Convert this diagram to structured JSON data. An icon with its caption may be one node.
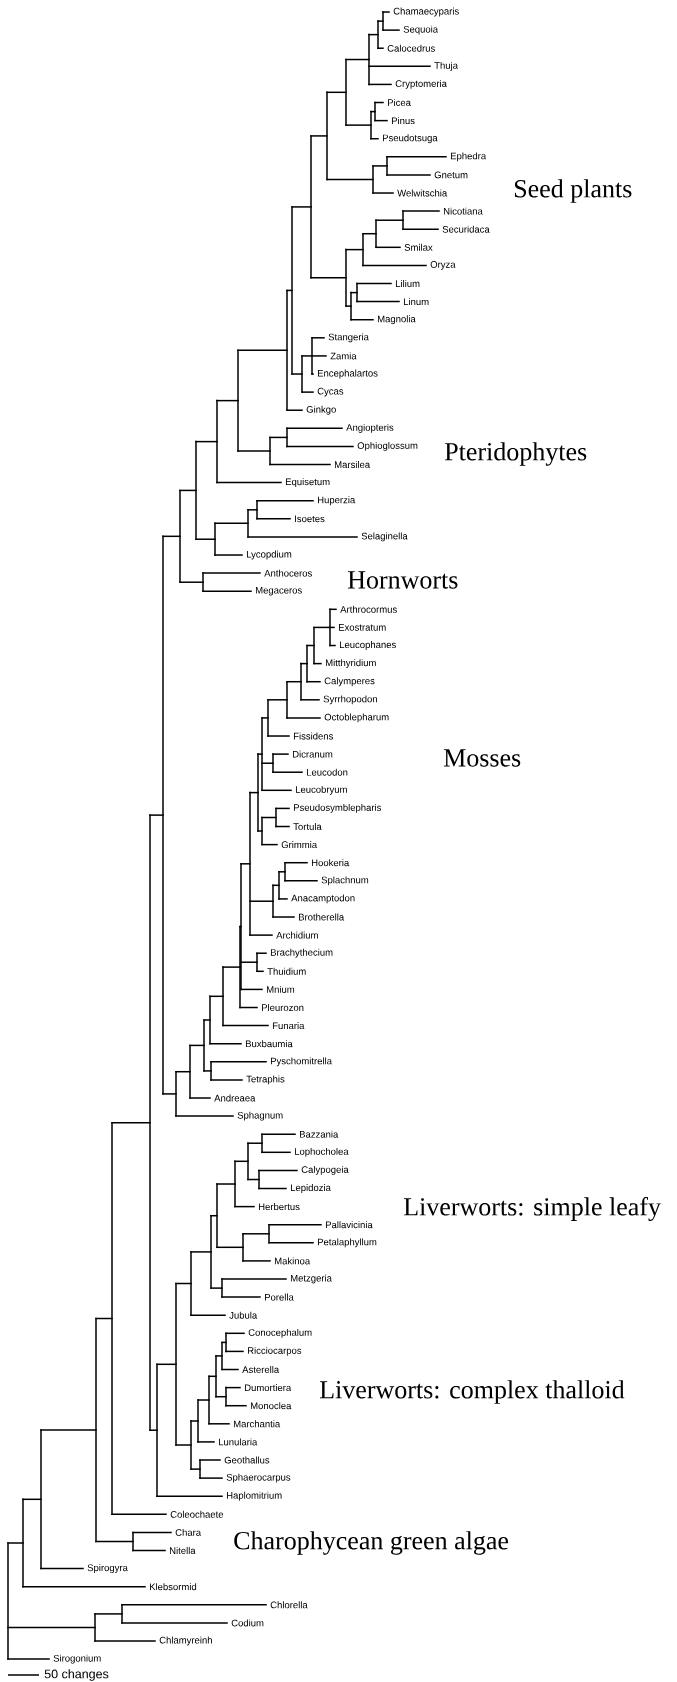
{
  "diagram": {
    "labels": [
      "Chamaecyparis",
      "Sequoia",
      "Calocedrus",
      "Thuja",
      "Cryptomeria",
      "Picea",
      "Pinus",
      "Pseudotsuga",
      "Ephedra",
      "Gnetum",
      "Welwitschia",
      "Seed plants",
      "Nicotiana",
      "Securidaca",
      "Smilax",
      "Oryza",
      "Lilium",
      "Linum",
      "Magnolia",
      "Stangeria",
      "Zamia",
      "Encephalartos",
      "Cycas",
      "Ginkgo",
      "Angiopteris",
      "Ophioglossum",
      "Pteridophytes",
      "Marsilea",
      "Equisetum",
      "Huperzia",
      "Isoetes",
      "Selaginella",
      "Lycopdium",
      "Anthoceros",
      "Hornworts",
      "Megaceros",
      "Arthrocormus",
      "Exostratum",
      "Leucophanes",
      "Mitthyridium",
      "Calymperes",
      "Syrrhopodon",
      "Octoblepharum",
      "Fissidens",
      "Dicranum",
      "Mosses",
      "Leucodon",
      "Leucobryum",
      "Pseudosymblepharis",
      "Tortula",
      "Grimmia",
      "Hookeria",
      "Splachnum",
      "Anacamptodon",
      "Brotherella",
      "Archidium",
      "Brachythecium",
      "Thuidium",
      "Mnium",
      "Pleurozon",
      "Funaria",
      "Buxbaumia",
      "Pyschomitrella",
      "Tetraphis",
      "Andreaea",
      "Sphagnum",
      "Bazzania",
      "Lophocholea",
      "Calypogeia",
      "Lepidozia",
      "Herbertus",
      "Liverworts: simple leafy",
      "Pallavicinia",
      "Petalaphyllum",
      "Makinoa",
      "Metzgeria",
      "Porella",
      "Jubula",
      "Conocephalum",
      "Ricciocarpos",
      "Asterella",
      "Dumortiera",
      "Liverworts: complex thalloid",
      "Monoclea",
      "Marchantia",
      "Lunularia",
      "Geothallus",
      "Sphaerocarpus",
      "Haplomitrium",
      "Coleochaete",
      "Chara",
      "Charophycean green algae",
      "Nitella",
      "Spirogyra",
      "Klebsormid",
      "Chlorella",
      "Codium",
      "Chlamyreinh",
      "Sirogonium",
      "50 changes"
    ]
  }
}
